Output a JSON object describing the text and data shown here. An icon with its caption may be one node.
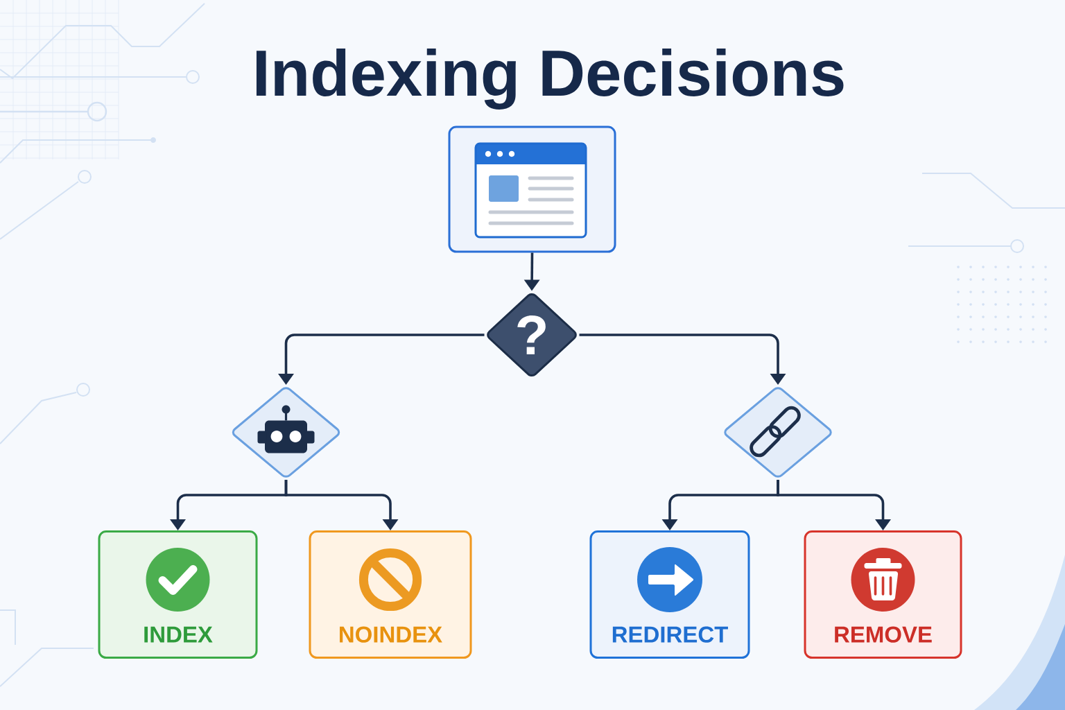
{
  "diagram": {
    "title": "Indexing Decisions",
    "nodes": [
      {
        "text": [],
        "shape": "box"
      },
      {
        "text": [
          "?"
        ]
      },
      {
        "text": [],
        "shape": "diamond"
      },
      {
        "text": [],
        "shape": "diamond"
      },
      {
        "text": [
          "INDEX"
        ]
      },
      {
        "text": [
          "NOINDEX"
        ]
      },
      {
        "text": [
          "REDIRECT"
        ]
      },
      {
        "text": [
          "REMOVE"
        ]
      }
    ],
    "edges": [
      {
        "from": 0,
        "to": 1,
        "arrow": "to"
      },
      {
        "from": 1,
        "to": 2,
        "arrow": "to"
      },
      {
        "from": 1,
        "to": 3,
        "arrow": "to"
      },
      {
        "from": 2,
        "to": 4,
        "arrow": "to"
      },
      {
        "from": 2,
        "to": 5,
        "arrow": "to"
      },
      {
        "from": 3,
        "to": 6,
        "arrow": "to"
      },
      {
        "from": 3,
        "to": 7,
        "arrow": "to"
      }
    ]
  }
}
